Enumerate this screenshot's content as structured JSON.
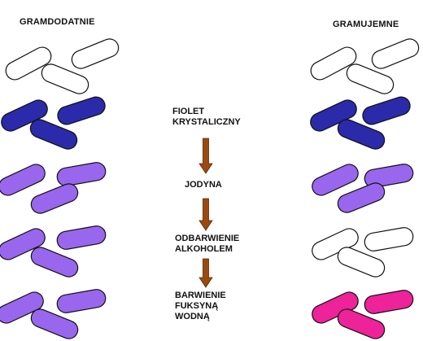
{
  "left_title": "GRAMDODATNIE",
  "right_title": "GRAMUJEMNE",
  "steps": [
    {
      "label": [
        "FIOLET",
        "KRYSTALICZNY"
      ],
      "gram_positive": "dark-blue",
      "gram_negative": "dark-blue"
    },
    {
      "label": [
        "JODYNA"
      ],
      "gram_positive": "violet",
      "gram_negative": "violet"
    },
    {
      "label": [
        "ODBARWIENIE",
        "ALKOHOLEM"
      ],
      "gram_positive": "violet",
      "gram_negative": "colorless"
    },
    {
      "label": [
        "BARWIENIE",
        "FUKSYNĄ",
        "WODNĄ"
      ],
      "gram_positive": "violet",
      "gram_negative": "pink"
    }
  ],
  "colors": {
    "initial": "#ffffff",
    "dark-blue": "#2a2aaa",
    "violet": "#9966ee",
    "colorless": "#ffffff",
    "pink": "#ee2299",
    "arrow": "#9a4a10",
    "outline": "#111111"
  }
}
